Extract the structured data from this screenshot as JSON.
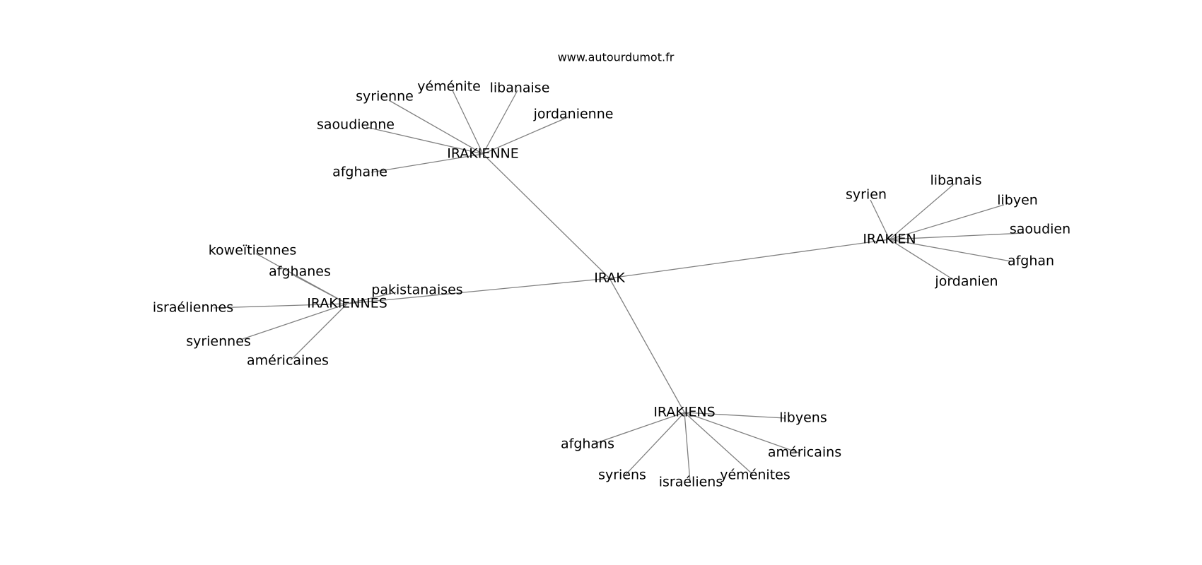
{
  "source": "www.autourdumot.fr",
  "root": "IRAK",
  "groups": [
    {
      "hub": "IRAKIENNE",
      "leaves": [
        "syrienne",
        "yéménite",
        "libanaise",
        "jordanienne",
        "saoudienne",
        "afghane"
      ]
    },
    {
      "hub": "IRAKIEN",
      "leaves": [
        "syrien",
        "libanais",
        "libyen",
        "saoudien",
        "afghan",
        "jordanien"
      ]
    },
    {
      "hub": "IRAKIENNES",
      "leaves": [
        "koweïtiennes",
        "afghanes",
        "pakistanaises",
        "israéliennes",
        "syriennes",
        "américaines"
      ]
    },
    {
      "hub": "IRAKIENS",
      "leaves": [
        "libyens",
        "afghans",
        "américains",
        "syriens",
        "israéliens",
        "yéménites"
      ]
    }
  ]
}
